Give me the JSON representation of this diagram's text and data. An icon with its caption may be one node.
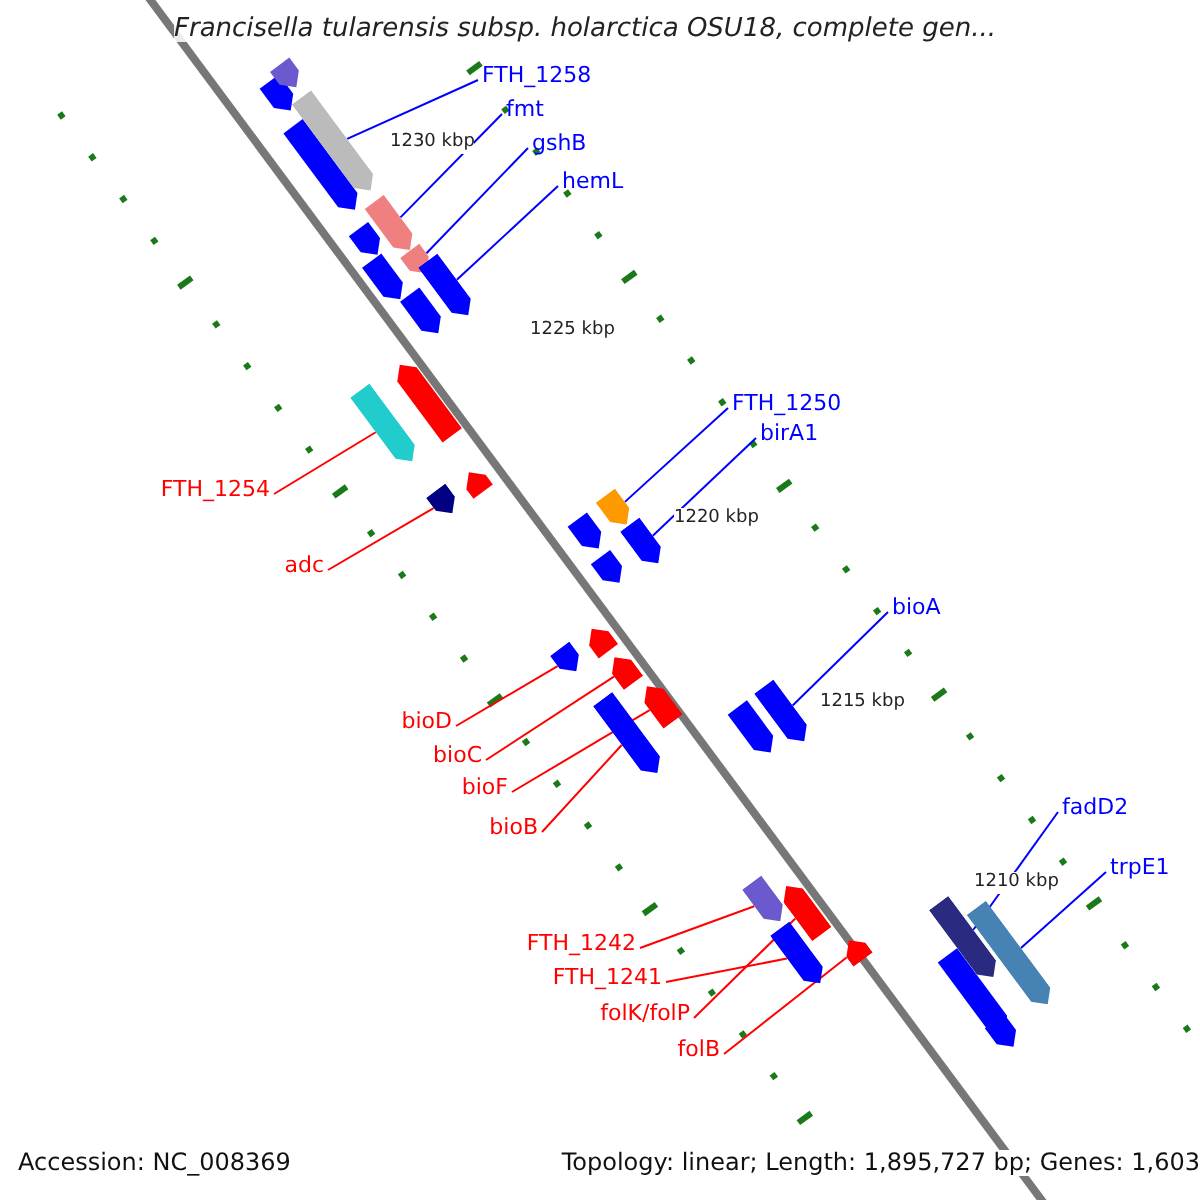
{
  "diagram": {
    "title": "Francisella tularensis subsp. holarctica OSU18, complete gen...",
    "nodes": [
      {
        "text": [
          "FTH_1258"
        ]
      },
      {
        "text": [
          "fmt"
        ]
      },
      {
        "text": [
          "gshB"
        ]
      },
      {
        "text": [
          "hemL"
        ]
      },
      {
        "text": [
          "FTH_1250"
        ]
      },
      {
        "text": [
          "birA1"
        ]
      },
      {
        "text": [
          "FTH_1254"
        ]
      },
      {
        "text": [
          "adc"
        ]
      },
      {
        "text": [
          "bioA"
        ]
      },
      {
        "text": [
          "bioD"
        ]
      },
      {
        "text": [
          "bioC"
        ]
      },
      {
        "text": [
          "bioF"
        ]
      },
      {
        "text": [
          "bioB"
        ]
      },
      {
        "text": [
          "fadD2"
        ]
      },
      {
        "text": [
          "trpE1"
        ]
      },
      {
        "text": [
          "FTH_1242"
        ]
      },
      {
        "text": [
          "FTH_1241"
        ]
      },
      {
        "text": [
          "folK/folP"
        ]
      },
      {
        "text": [
          "folB"
        ]
      },
      {
        "text": [],
        "shape": "arrow"
      },
      {
        "text": [],
        "shape": "arrow"
      },
      {
        "text": [],
        "shape": "arrow"
      },
      {
        "text": [],
        "shape": "arrow"
      },
      {
        "text": [],
        "shape": "arrow"
      },
      {
        "text": [],
        "shape": "arrow"
      },
      {
        "text": [],
        "shape": "arrow"
      },
      {
        "text": [],
        "shape": "arrow"
      },
      {
        "text": [],
        "shape": "arrow"
      },
      {
        "text": [],
        "shape": "arrow"
      },
      {
        "text": [],
        "shape": "arrow"
      },
      {
        "text": [],
        "shape": "arrow"
      },
      {
        "text": [],
        "shape": "arrow"
      },
      {
        "text": [],
        "shape": "arrow"
      },
      {
        "text": [],
        "shape": "arrow"
      },
      {
        "text": [],
        "shape": "arrow"
      },
      {
        "text": [],
        "shape": "arrow"
      },
      {
        "text": [],
        "shape": "arrow"
      },
      {
        "text": [],
        "shape": "arrow"
      }
    ],
    "edges": [
      {
        "from": 0,
        "to": 19,
        "arrow": "none",
        "color": "#0000ff"
      },
      {
        "from": 1,
        "to": 20,
        "arrow": "none",
        "color": "#0000ff"
      },
      {
        "from": 2,
        "to": 21,
        "arrow": "none",
        "color": "#0000ff"
      },
      {
        "from": 3,
        "to": 22,
        "arrow": "none",
        "color": "#0000ff"
      },
      {
        "from": 4,
        "to": 23,
        "arrow": "none",
        "color": "#0000ff"
      },
      {
        "from": 5,
        "to": 24,
        "arrow": "none",
        "color": "#0000ff"
      },
      {
        "from": 6,
        "to": 25,
        "arrow": "none"
      },
      {
        "from": 7,
        "to": 26,
        "arrow": "none"
      },
      {
        "from": 8,
        "to": 27,
        "arrow": "none",
        "color": "#0000ff"
      },
      {
        "from": 9,
        "to": 28,
        "arrow": "none"
      },
      {
        "from": 10,
        "to": 29,
        "arrow": "none"
      },
      {
        "from": 11,
        "to": 30,
        "arrow": "none"
      },
      {
        "from": 12,
        "to": 31,
        "arrow": "none"
      },
      {
        "from": 13,
        "to": 32,
        "arrow": "none",
        "color": "#0000ff"
      },
      {
        "from": 14,
        "to": 33,
        "arrow": "none",
        "color": "#0000ff"
      },
      {
        "from": 15,
        "to": 34,
        "arrow": "none"
      },
      {
        "from": 16,
        "to": 35,
        "arrow": "none"
      },
      {
        "from": 17,
        "to": 36,
        "arrow": "none"
      },
      {
        "from": 18,
        "to": 37,
        "arrow": "none"
      }
    ],
    "labels": [
      "1230 kbp",
      "1225 kbp",
      "1220 kbp",
      "1215 kbp",
      "1210 kbp",
      "Accession: NC_008369",
      "Topology: linear; Length: 1,895,727 bp; Genes: 1,603"
    ]
  }
}
